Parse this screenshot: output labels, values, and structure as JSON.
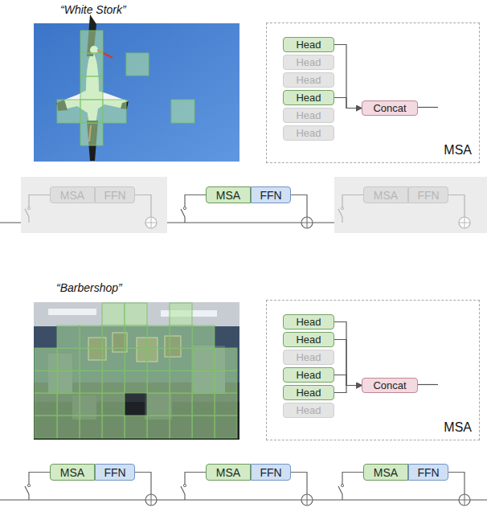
{
  "diagram": {
    "nodes": [
      {
        "text": [
          "MSA"
        ]
      },
      {
        "text": [
          "Head"
        ],
        "in": 0
      },
      {
        "text": [
          "Head"
        ],
        "in": 0
      },
      {
        "text": [
          "Head"
        ],
        "in": 0
      },
      {
        "text": [
          "Head"
        ],
        "in": 0
      },
      {
        "text": [
          "Head"
        ],
        "in": 0
      },
      {
        "text": [
          "Head"
        ],
        "in": 0
      },
      {
        "text": [
          "Concat"
        ],
        "in": 0
      },
      {
        "text": [
          "MSA"
        ]
      },
      {
        "text": [
          "FFN"
        ]
      },
      {
        "text": [
          "MSA"
        ]
      },
      {
        "text": [
          "FFN"
        ]
      },
      {
        "text": [
          "MSA"
        ]
      },
      {
        "text": [
          "FFN"
        ]
      },
      {
        "text": [
          "MSA"
        ]
      },
      {
        "text": [
          "Head"
        ],
        "in": 14
      },
      {
        "text": [
          "Head"
        ],
        "in": 14
      },
      {
        "text": [
          "Head"
        ],
        "in": 14
      },
      {
        "text": [
          "Head"
        ],
        "in": 14
      },
      {
        "text": [
          "Head"
        ],
        "in": 14
      },
      {
        "text": [
          "Head"
        ],
        "in": 14
      },
      {
        "text": [
          "Concat"
        ],
        "in": 14
      },
      {
        "text": [
          "MSA"
        ]
      },
      {
        "text": [
          "FFN"
        ]
      },
      {
        "text": [
          "MSA"
        ]
      },
      {
        "text": [
          "FFN"
        ]
      },
      {
        "text": [
          "MSA"
        ]
      },
      {
        "text": [
          "FFN"
        ]
      }
    ],
    "edges": [
      {
        "from": 1,
        "to": 7,
        "arrow": "to"
      },
      {
        "from": 4,
        "to": 7,
        "arrow": "to"
      },
      {
        "from": 15,
        "to": 21,
        "arrow": "to"
      },
      {
        "from": 16,
        "to": 21,
        "arrow": "to"
      },
      {
        "from": 18,
        "to": 21,
        "arrow": "to"
      },
      {
        "from": 19,
        "to": 21,
        "arrow": "to"
      }
    ],
    "labels": [
      "“White Stork”",
      "“Barbershop”"
    ]
  }
}
